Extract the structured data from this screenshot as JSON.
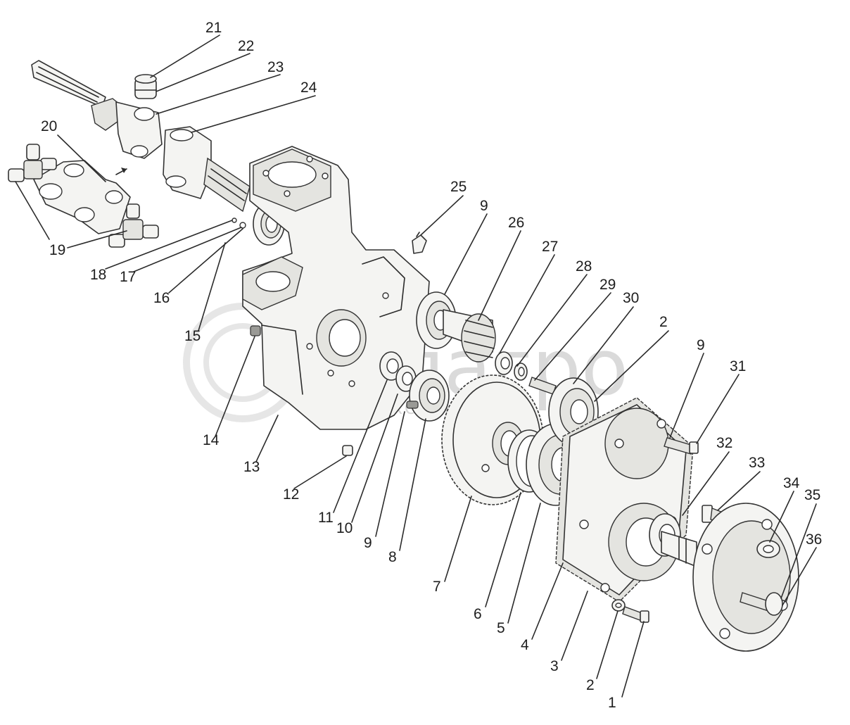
{
  "watermark": {
    "brand": "белагро",
    "subtitle": "ГРУППА КОМПАНИЙ"
  },
  "callouts": [
    {
      "id": "c1",
      "text": "1"
    },
    {
      "id": "c2a",
      "text": "2"
    },
    {
      "id": "c3",
      "text": "3"
    },
    {
      "id": "c4",
      "text": "4"
    },
    {
      "id": "c5",
      "text": "5"
    },
    {
      "id": "c6",
      "text": "6"
    },
    {
      "id": "c7",
      "text": "7"
    },
    {
      "id": "c8",
      "text": "8"
    },
    {
      "id": "c9a",
      "text": "9"
    },
    {
      "id": "c10",
      "text": "10"
    },
    {
      "id": "c11",
      "text": "11"
    },
    {
      "id": "c12",
      "text": "12"
    },
    {
      "id": "c13",
      "text": "13"
    },
    {
      "id": "c14",
      "text": "14"
    },
    {
      "id": "c15",
      "text": "15"
    },
    {
      "id": "c16",
      "text": "16"
    },
    {
      "id": "c17",
      "text": "17"
    },
    {
      "id": "c18",
      "text": "18"
    },
    {
      "id": "c19",
      "text": "19"
    },
    {
      "id": "c20",
      "text": "20"
    },
    {
      "id": "c21",
      "text": "21"
    },
    {
      "id": "c22",
      "text": "22"
    },
    {
      "id": "c23",
      "text": "23"
    },
    {
      "id": "c24",
      "text": "24"
    },
    {
      "id": "c25",
      "text": "25"
    },
    {
      "id": "c9b",
      "text": "9"
    },
    {
      "id": "c26",
      "text": "26"
    },
    {
      "id": "c27",
      "text": "27"
    },
    {
      "id": "c28",
      "text": "28"
    },
    {
      "id": "c29",
      "text": "29"
    },
    {
      "id": "c30",
      "text": "30"
    },
    {
      "id": "c2b",
      "text": "2"
    },
    {
      "id": "c9c",
      "text": "9"
    },
    {
      "id": "c31",
      "text": "31"
    },
    {
      "id": "c32",
      "text": "32"
    },
    {
      "id": "c33",
      "text": "33"
    },
    {
      "id": "c34",
      "text": "34"
    },
    {
      "id": "c35",
      "text": "35"
    },
    {
      "id": "c36",
      "text": "36"
    }
  ]
}
